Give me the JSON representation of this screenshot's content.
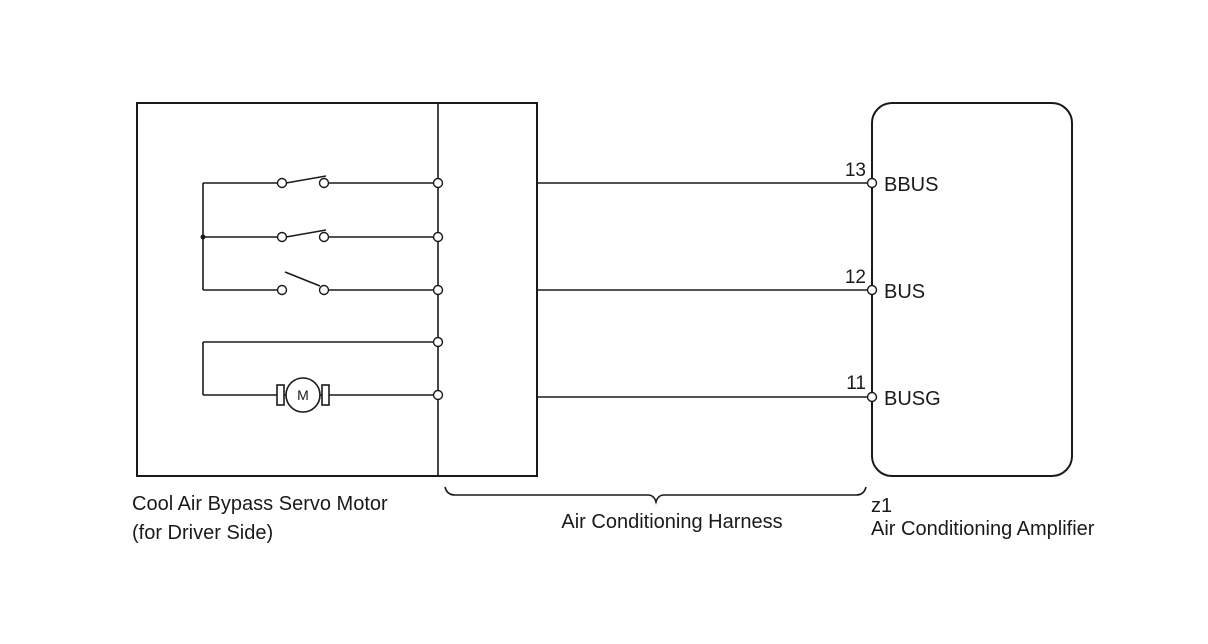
{
  "servo_motor": {
    "name_line1": "Cool Air Bypass Servo Motor",
    "name_line2": "(for Driver Side)",
    "motor_symbol": "M"
  },
  "harness": {
    "name": "Air Conditioning Harness"
  },
  "amplifier": {
    "connector_code": "z1",
    "name": "Air Conditioning Amplifier",
    "pins": [
      {
        "number": "13",
        "signal": "BBUS"
      },
      {
        "number": "12",
        "signal": "BUS"
      },
      {
        "number": "11",
        "signal": "BUSG"
      }
    ]
  }
}
